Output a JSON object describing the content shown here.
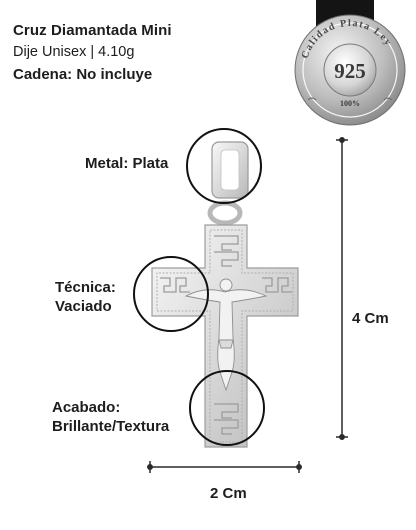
{
  "product": {
    "title": "Cruz Diamantada Mini",
    "subtitle": "Dije Unisex | 4.10g",
    "chain": "Cadena: No incluye"
  },
  "seal": {
    "arc_text": "Calidad Plata Ley",
    "number": "925",
    "percent": "100%",
    "ribbon_color": "#141414"
  },
  "features": {
    "metal": "Metal: Plata",
    "technique_label": "Técnica:",
    "technique_value": "Vaciado",
    "finish_label": "Acabado:",
    "finish_value": "Brillante/Textura"
  },
  "dimensions": {
    "height": "4 Cm",
    "width": "2 Cm"
  },
  "colors": {
    "text": "#1d1d1d",
    "dimension_line": "#2a2a2a",
    "silver": "#d7d7d7"
  }
}
